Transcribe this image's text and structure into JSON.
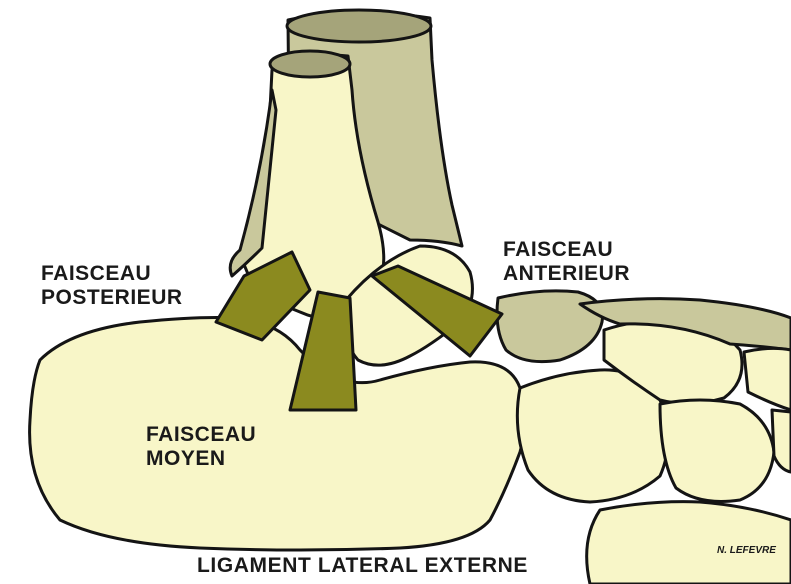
{
  "labels": {
    "posterior": [
      "FAISCEAU",
      "POSTERIEUR"
    ],
    "anterior": [
      "FAISCEAU",
      "ANTERIEUR"
    ],
    "middle": [
      "FAISCEAU",
      "MOYEN"
    ],
    "title": "LIGAMENT LATERAL EXTERNE",
    "signature": "N. LEFEVRE"
  },
  "colors": {
    "bone_light": "#f8f6c8",
    "bone_shaded": "#c9c89c",
    "bone_dark": "#a5a47a",
    "ligament": "#8b8a1f",
    "outline": "#141414",
    "background": "#ffffff"
  }
}
